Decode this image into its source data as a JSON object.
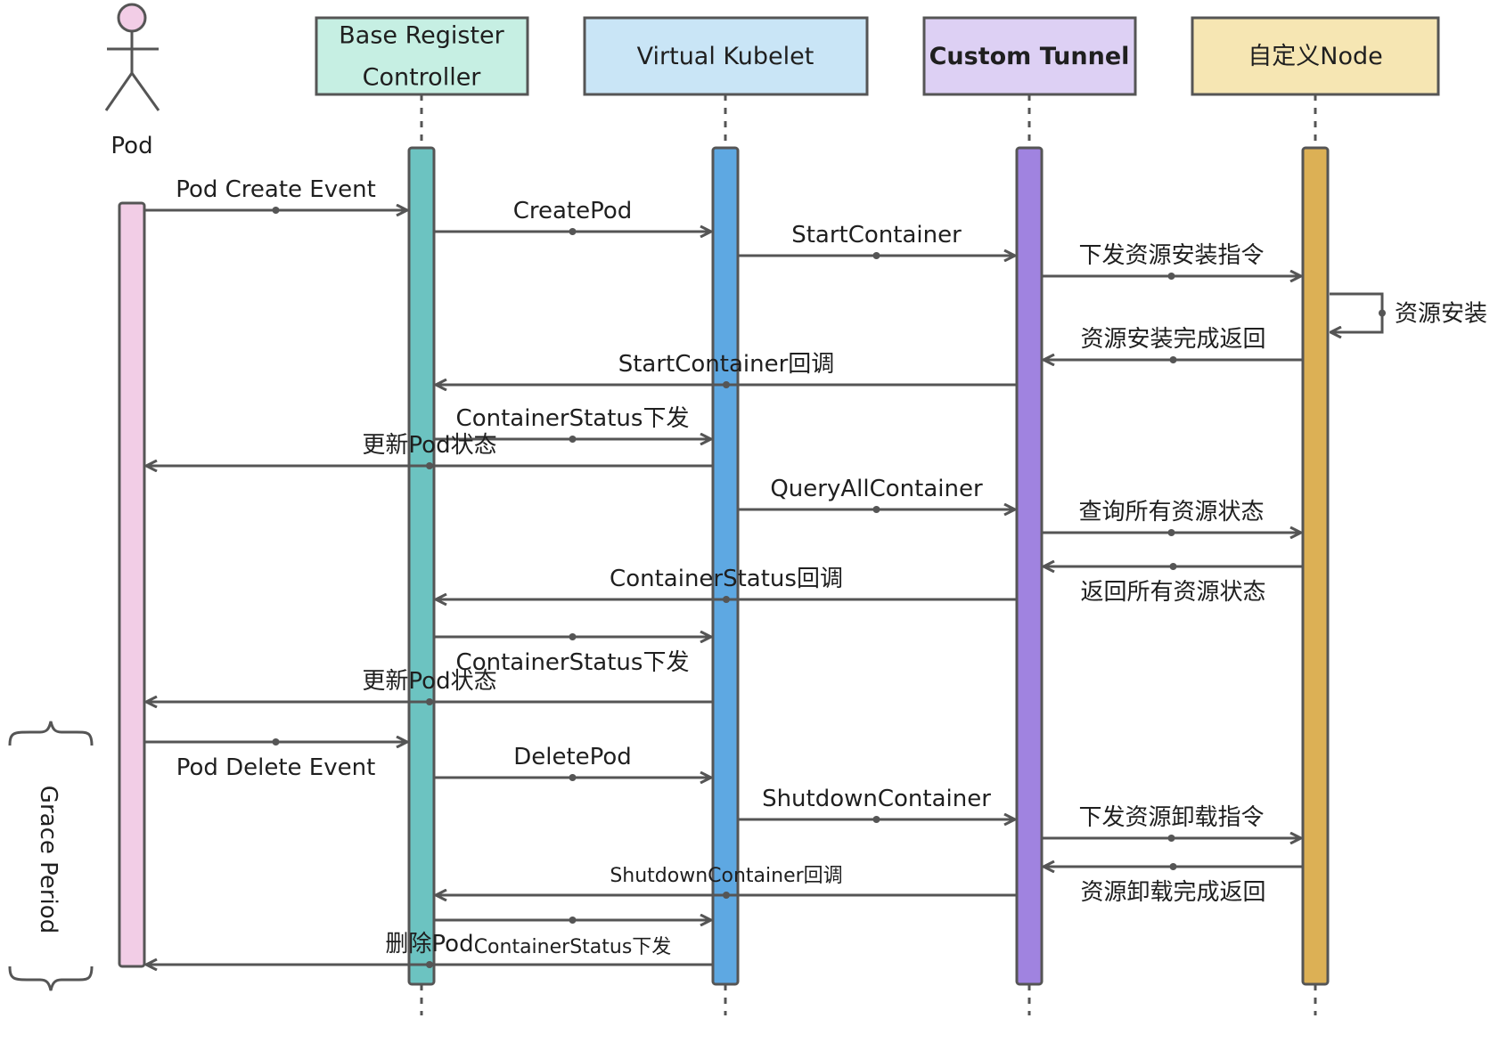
{
  "actor": {
    "label": "Pod"
  },
  "participants": [
    {
      "id": "brc",
      "label_lines": [
        "Base Register",
        "Controller"
      ],
      "fill": "#c6efe3",
      "bar": "#6cc3c1"
    },
    {
      "id": "vk",
      "label_lines": [
        "Virtual Kubelet"
      ],
      "fill": "#c9e5f6",
      "bar": "#5ea8e2"
    },
    {
      "id": "ct",
      "label_lines": [
        "Custom Tunnel"
      ],
      "fill": "#ddd0f4",
      "bar": "#a083e0",
      "bold": true
    },
    {
      "id": "node",
      "label_lines": [
        "自定义Node"
      ],
      "fill": "#f6e6b3",
      "bar": "#dcb055"
    }
  ],
  "pod_bar_color": "#f2cde6",
  "messages": [
    {
      "from": "pod",
      "to": "brc",
      "label": "Pod Create Event",
      "label_pos": "above"
    },
    {
      "from": "brc",
      "to": "vk",
      "label": "CreatePod",
      "label_pos": "above"
    },
    {
      "from": "vk",
      "to": "ct",
      "label": "StartContainer",
      "label_pos": "above"
    },
    {
      "from": "ct",
      "to": "node",
      "label": "下发资源安装指令",
      "label_pos": "above"
    },
    {
      "from": "node",
      "to": "node",
      "label": "资源安装",
      "self": true
    },
    {
      "from": "node",
      "to": "ct",
      "label": "资源安装完成返回",
      "label_pos": "above"
    },
    {
      "from": "ct",
      "to": "brc",
      "label": "StartContainer回调",
      "label_pos": "above"
    },
    {
      "from": "brc",
      "to": "vk",
      "label": "ContainerStatus下发",
      "label_pos": "above"
    },
    {
      "from": "vk",
      "to": "pod",
      "label": "更新Pod状态",
      "label_pos": "above"
    },
    {
      "from": "vk",
      "to": "ct",
      "label": "QueryAllContainer",
      "label_pos": "above"
    },
    {
      "from": "ct",
      "to": "node",
      "label": "查询所有资源状态",
      "label_pos": "above"
    },
    {
      "from": "node",
      "to": "ct",
      "label": "返回所有资源状态",
      "label_pos": "below"
    },
    {
      "from": "ct",
      "to": "brc",
      "label": "ContainerStatus回调",
      "label_pos": "above"
    },
    {
      "from": "brc",
      "to": "vk",
      "label": "ContainerStatus下发",
      "label_pos": "below"
    },
    {
      "from": "vk",
      "to": "pod",
      "label": "更新Pod状态",
      "label_pos": "above"
    },
    {
      "from": "pod",
      "to": "brc",
      "label": "Pod Delete Event",
      "label_pos": "below"
    },
    {
      "from": "brc",
      "to": "vk",
      "label": "DeletePod",
      "label_pos": "above"
    },
    {
      "from": "vk",
      "to": "ct",
      "label": "ShutdownContainer",
      "label_pos": "above"
    },
    {
      "from": "ct",
      "to": "node",
      "label": "下发资源卸载指令",
      "label_pos": "above"
    },
    {
      "from": "node",
      "to": "ct",
      "label": "资源卸载完成返回",
      "label_pos": "below"
    },
    {
      "from": "ct",
      "to": "brc",
      "label": "ShutdownContainer回调",
      "label_pos": "above",
      "small": true
    },
    {
      "from": "brc",
      "to": "vk",
      "label": "ContainerStatus下发",
      "label_pos": "below",
      "small": true
    },
    {
      "from": "vk",
      "to": "pod",
      "label": "删除Pod",
      "label_pos": "above"
    }
  ],
  "grace_period": {
    "label": "Grace Period"
  }
}
